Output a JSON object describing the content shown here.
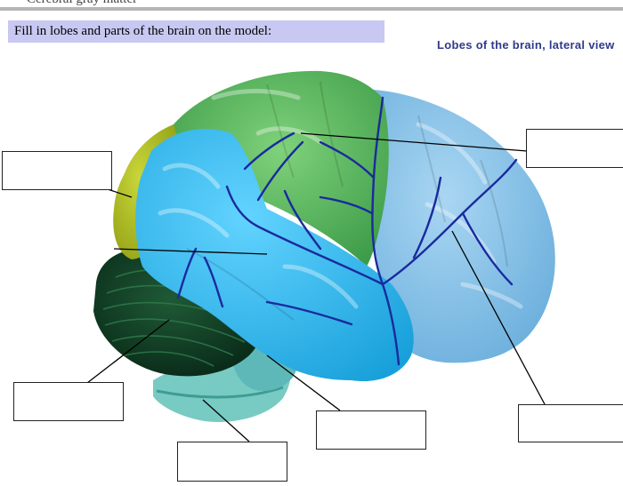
{
  "header": {
    "clipped_title": "Cerebral gray matter"
  },
  "instruction": "Fill in lobes and parts of the brain on the model:",
  "figure_title": "Lobes of the brain, lateral view",
  "colors": {
    "frontal": "#8bc4e8",
    "parietal": "#5fc05f",
    "temporal": "#2ab4ec",
    "occipital": "#b0c020",
    "cerebellum": "#0d3a22",
    "brainstem": "#7ccfc6",
    "vessels": "#1a2a9e",
    "instruction_bg": "#c8c8f2",
    "title_text": "#2e3b8c"
  },
  "answer_boxes": [
    {
      "id": "occipital",
      "value": ""
    },
    {
      "id": "parietal",
      "value": ""
    },
    {
      "id": "frontal",
      "value": ""
    },
    {
      "id": "cerebellum",
      "value": ""
    },
    {
      "id": "brainstem-lower",
      "value": ""
    },
    {
      "id": "pons",
      "value": ""
    },
    {
      "id": "temporal",
      "value": ""
    }
  ]
}
